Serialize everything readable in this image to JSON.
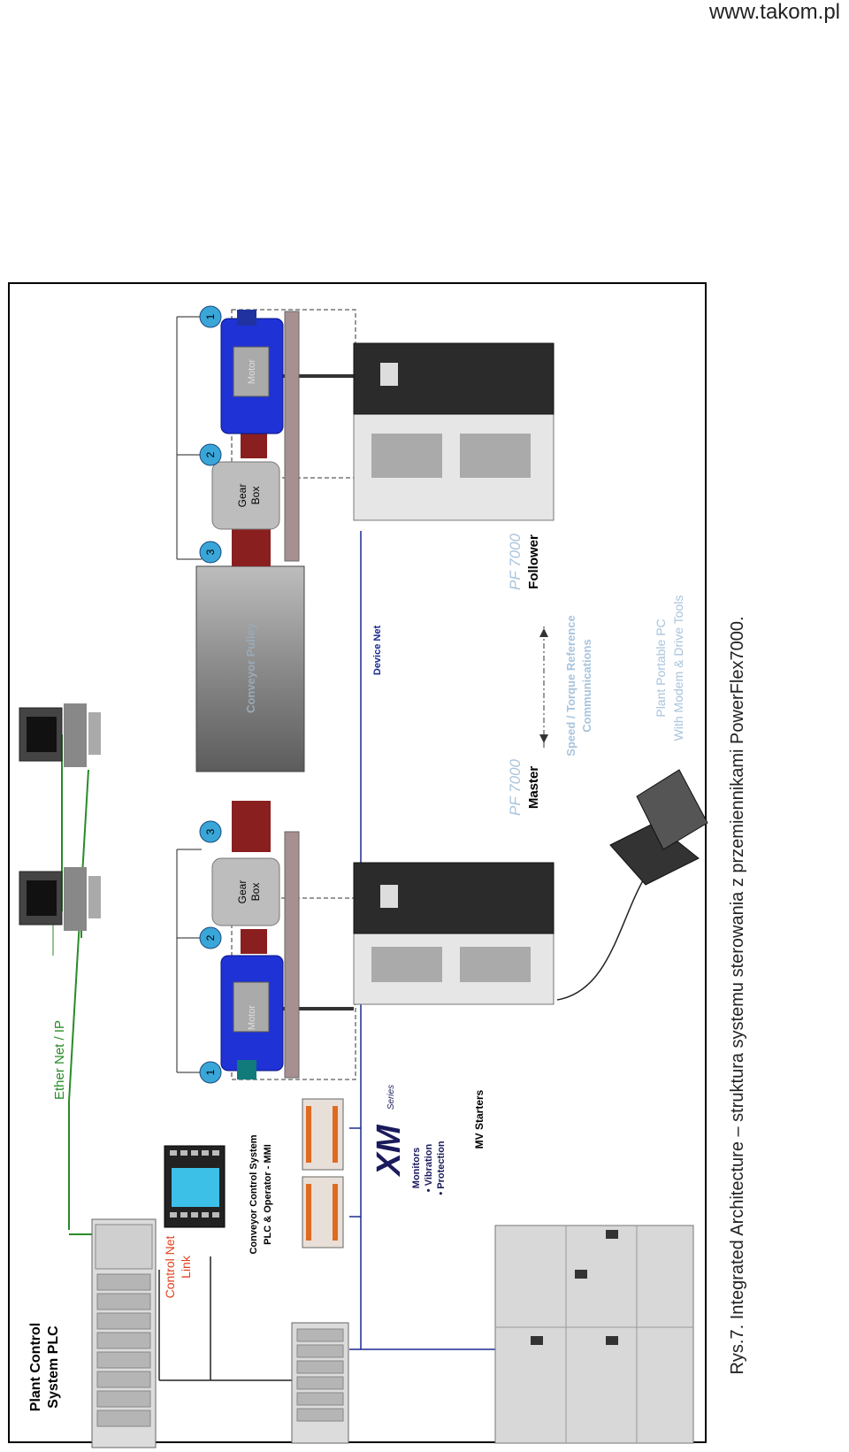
{
  "watermark": "www.takom.pl",
  "caption": "Rys.7. Integrated Architecture – struktura systemu sterowania z przemiennikami PowerFlex7000.",
  "labels": {
    "plant_control_line1": "Plant Control",
    "plant_control_line2": "System PLC",
    "control_net_line1": "Control Net",
    "control_net_line2": "Link",
    "conveyor_ctrl_line1": "Conveyor Control System",
    "conveyor_ctrl_line2": "PLC  & Operator - MMI",
    "ethernet": "Ether Net / IP",
    "xm_logo": "XM",
    "xm_series": "Series",
    "xm_monitors": "Monitors",
    "xm_vibration": "• Vibration",
    "xm_protection": "• Protection",
    "mv_starters": "MV Starters",
    "device_net": "Device Net",
    "conveyor_pulley": "Conveyor Pulley",
    "motor": "Motor",
    "gear_box_line1": "Gear",
    "gear_box_line2": "Box",
    "pf7000_master_model": "PF 7000",
    "pf7000_master_role": "Master",
    "pf7000_follower_model": "PF 7000",
    "pf7000_follower_role": "Follower",
    "speed_torque_line1": "Speed / Torque Reference",
    "speed_torque_line2": "Communications",
    "portable_pc_line1": "Plant Portable PC",
    "portable_pc_line2": "With Modem & Drive Tools",
    "markers": [
      "1",
      "2",
      "3",
      "3",
      "2",
      "1"
    ]
  },
  "colors": {
    "motor": "#1f32d6",
    "ethernet": "#2a8a2a",
    "control_net": "#e0401e",
    "device_net": "#1a2a90",
    "marker": "#3aa6d8",
    "pale_text": "#a8c4dc"
  }
}
